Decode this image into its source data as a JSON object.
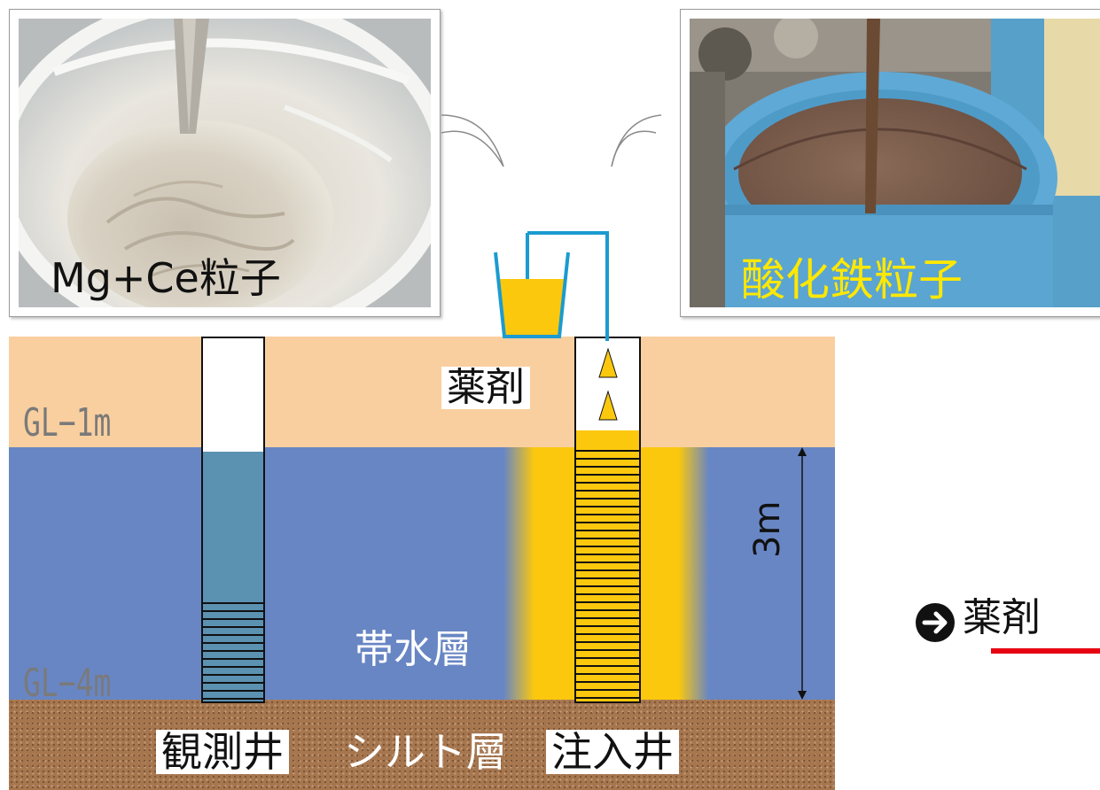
{
  "photos": {
    "left": {
      "caption": "Mg+Ce粒子"
    },
    "right": {
      "caption": "酸化鉄粒子"
    }
  },
  "layers": {
    "gl_top": "GL−1m",
    "gl_bottom": "GL−4m",
    "aquifer": "帯水層",
    "silt": "シルト層",
    "thickness": "3m"
  },
  "wells": {
    "observation": "観測井",
    "injection": "注入井"
  },
  "chemical_label": "薬剤",
  "side_link": {
    "label": "薬剤",
    "icon": "arrow-right-circle-icon"
  },
  "colors": {
    "topsoil": "#f9cf9f",
    "aquifer": "#6886c4",
    "silt": "#a6764f",
    "chemical": "#fcc80e",
    "water": "#5b91b1",
    "pipe": "#1b9bd0",
    "accent_red": "#e60012",
    "photo_caption_yellow": "#ffe800"
  }
}
